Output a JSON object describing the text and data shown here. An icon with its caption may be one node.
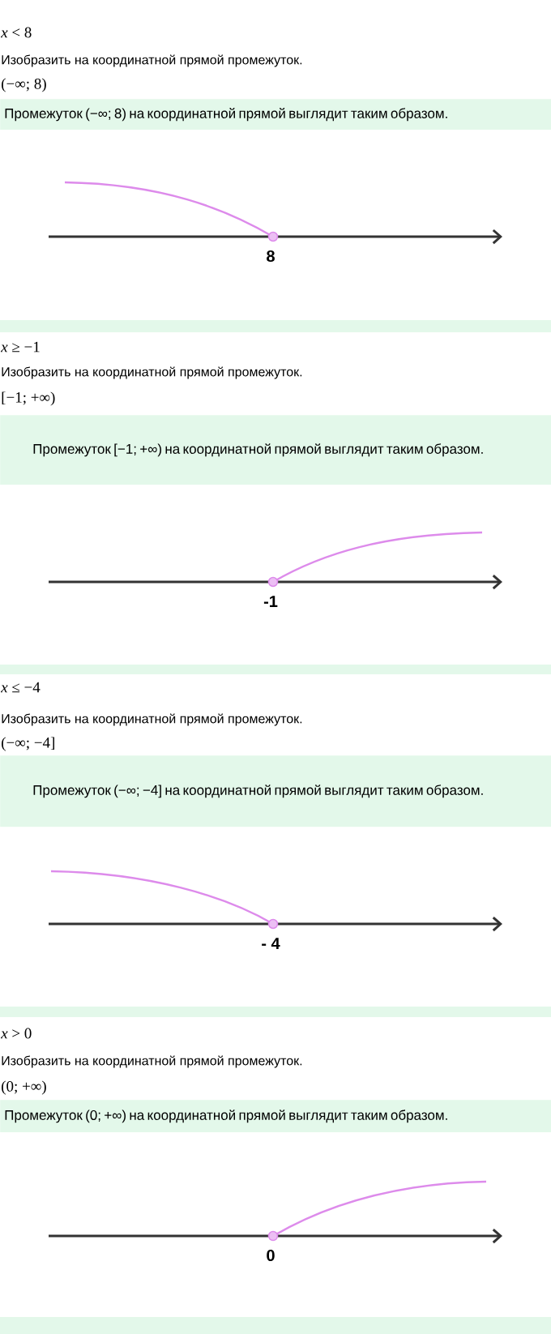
{
  "diagram": {
    "nodes": [
      {
        "text": [
          "Промежуток (−∞; 8) на координатной прямой выглядит таким образом."
        ]
      },
      {
        "text": [],
        "shape": "circle",
        "beside": [
          "8"
        ]
      },
      {
        "text": [
          "Промежуток [−1; +∞) на координатной прямой выглядит таким образом."
        ]
      },
      {
        "text": [],
        "shape": "circle",
        "beside": [
          "-1"
        ]
      },
      {
        "text": [
          "Промежуток (−∞; −4] на координатной прямой выглядит таким образом."
        ]
      },
      {
        "text": [],
        "shape": "circle",
        "beside": [
          "- 4"
        ]
      },
      {
        "text": [
          "Промежуток (0; +∞) на координатной прямой выглядит таким образом."
        ]
      },
      {
        "text": [],
        "shape": "circle",
        "beside": [
          "0"
        ]
      }
    ],
    "labels": [
      "*x* < 8",
      "Изобразить на координатной прямой промежуток.",
      "(−∞; 8)",
      "*x* ≥ −1",
      "Изобразить на координатной прямой промежуток.",
      "[−1; +∞)",
      "*x* ≤ −4",
      "Изобразить на координатной прямой промежуток.",
      "(−∞; −4]",
      "*x* > 0",
      "Изобразить на координатной прямой промежуток.",
      "(0; +∞)"
    ]
  }
}
